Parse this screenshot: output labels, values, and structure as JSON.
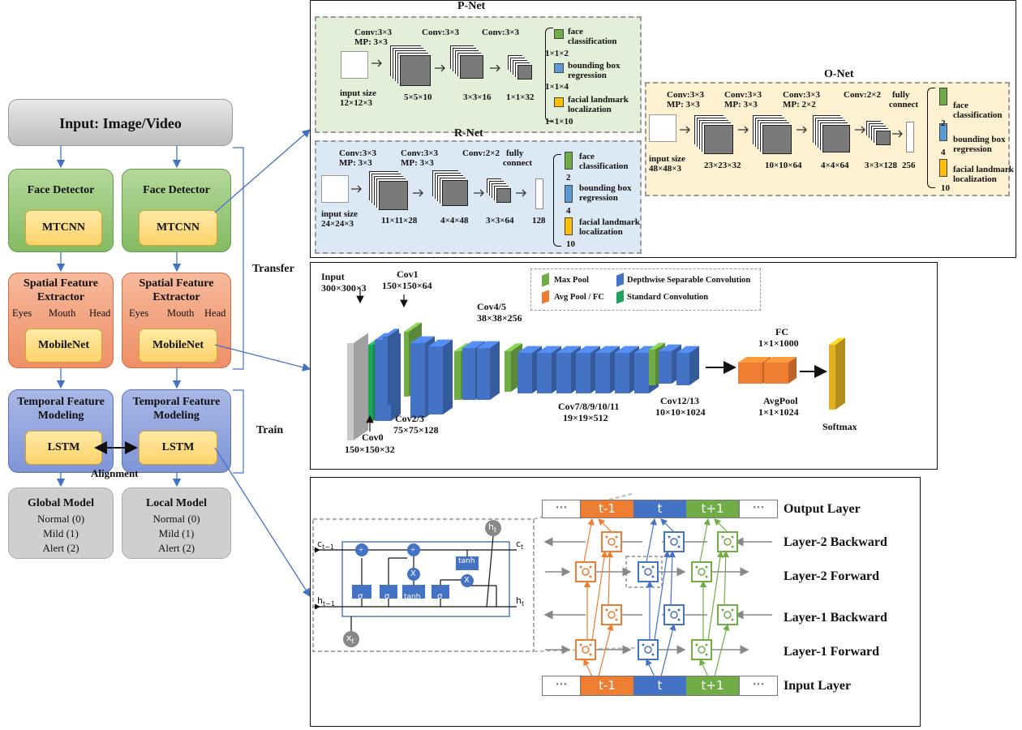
{
  "pipeline": {
    "input": "Input: Image/Video",
    "face_detector": "Face Detector",
    "mtcnn": "MTCNN",
    "spatial": "Spatial Feature Extractor",
    "eyes": "Eyes",
    "mouth": "Mouth",
    "head": "Head",
    "mobilenet": "MobileNet",
    "temporal": "Temporal Feature Modeling",
    "lstm": "LSTM",
    "alignment": "Alignment",
    "global_model": "Global Model",
    "local_model": "Local Model",
    "normal": "Normal (0)",
    "mild": "Mild (1)",
    "alert": "Alert (2)",
    "transfer": "Transfer",
    "train": "Train"
  },
  "pnet": {
    "title": "P-Net",
    "conv1": "Conv:3×3",
    "mp1": "MP: 3×3",
    "conv2": "Conv:3×3",
    "conv3": "Conv:3×3",
    "input_size": "input size",
    "input_dim": "12×12×3",
    "dims": [
      "5×5×10",
      "3×3×16",
      "1×1×32"
    ],
    "out1": "face",
    "out1b": "classification",
    "out1d": "1×1×2",
    "out2": "bounding box",
    "out2b": "regression",
    "out2d": "1×1×4",
    "out3": "facial landmark",
    "out3b": "localization",
    "out3d": "1×1×10"
  },
  "rnet": {
    "title": "R-Net",
    "conv1": "Conv:3×3",
    "mp1": "MP: 3×3",
    "conv2": "Conv:3×3",
    "mp2": "MP: 3×3",
    "conv3": "Conv:2×2",
    "fc": "fully",
    "fc2": "connect",
    "input_size": "input size",
    "input_dim": "24×24×3",
    "dims": [
      "11×11×28",
      "4×4×48",
      "3×3×64",
      "128"
    ],
    "out1": "face",
    "out1b": "classification",
    "out1d": "2",
    "out2": "bounding box",
    "out2b": "regression",
    "out2d": "4",
    "out3": "facial landmark",
    "out3b": "localization",
    "out3d": "10"
  },
  "onet": {
    "title": "O-Net",
    "conv1": "Conv:3×3",
    "mp1": "MP: 3×3",
    "conv2": "Conv:3×3",
    "mp2": "MP: 3×3",
    "conv3": "Conv:3×3",
    "mp3": "MP: 2×2",
    "conv4": "Conv:2×2",
    "fc": "fully",
    "fc2": "connect",
    "input_size": "input size",
    "input_dim": "48×48×3",
    "dims": [
      "23×23×32",
      "10×10×64",
      "4×4×64",
      "3×3×128",
      "256"
    ],
    "out1": "face",
    "out1b": "classification",
    "out1d": "2",
    "out2": "bounding box",
    "out2b": "regression",
    "out2d": "4",
    "out3": "facial landmark",
    "out3b": "localization",
    "out3d": "10"
  },
  "mobilenet": {
    "input": "Input",
    "input_dim": "300×300×3",
    "cov1": "Cov1",
    "cov1_dim": "150×150×64",
    "cov45": "Cov4/5",
    "cov45_dim": "38×38×256",
    "cov0": "Cov0",
    "cov0_dim": "150×150×32",
    "cov23": "Cov2/3",
    "cov23_dim": "75×75×128",
    "cov711": "Cov7/8/9/10/11",
    "cov711_dim": "19×19×512",
    "cov1213": "Cov12/13",
    "cov1213_dim": "10×10×1024",
    "fc": "FC",
    "fc_dim": "1×1×1000",
    "avgpool": "AvgPool",
    "avgpool_dim": "1×1×1024",
    "softmax": "Softmax",
    "legend": [
      "Max Pool",
      "Depthwise Separable Convolution",
      "Avg Pool / FC",
      "Standard Convolution"
    ],
    "colors": {
      "maxpool": "#70ad47",
      "dw": "#4472c4",
      "avg": "#ed7d31",
      "std": "#1fa35c",
      "softmax": "#e0b020"
    }
  },
  "lstm": {
    "ct_prev": "c",
    "ct_prev_sub": "t−1",
    "ht_prev": "h",
    "ht_prev_sub": "t−1",
    "ct": "c",
    "ct_sub": "t",
    "ht": "h",
    "ht_sub": "t",
    "xt": "x",
    "xt_sub": "t",
    "sigma": "σ",
    "tanh": "tanh",
    "plus": "+",
    "times": "X",
    "dots": "···",
    "tm1": "t-1",
    "t": "t",
    "tp1": "t+1",
    "output_layer": "Output Layer",
    "l2b": "Layer-2 Backward",
    "l2f": "Layer-2 Forward",
    "l1b": "Layer-1 Backward",
    "l1f": "Layer-1 Forward",
    "input_layer": "Input Layer",
    "colors": {
      "orange": "#ed7d31",
      "blue": "#4472c4",
      "green": "#70ad47"
    }
  }
}
